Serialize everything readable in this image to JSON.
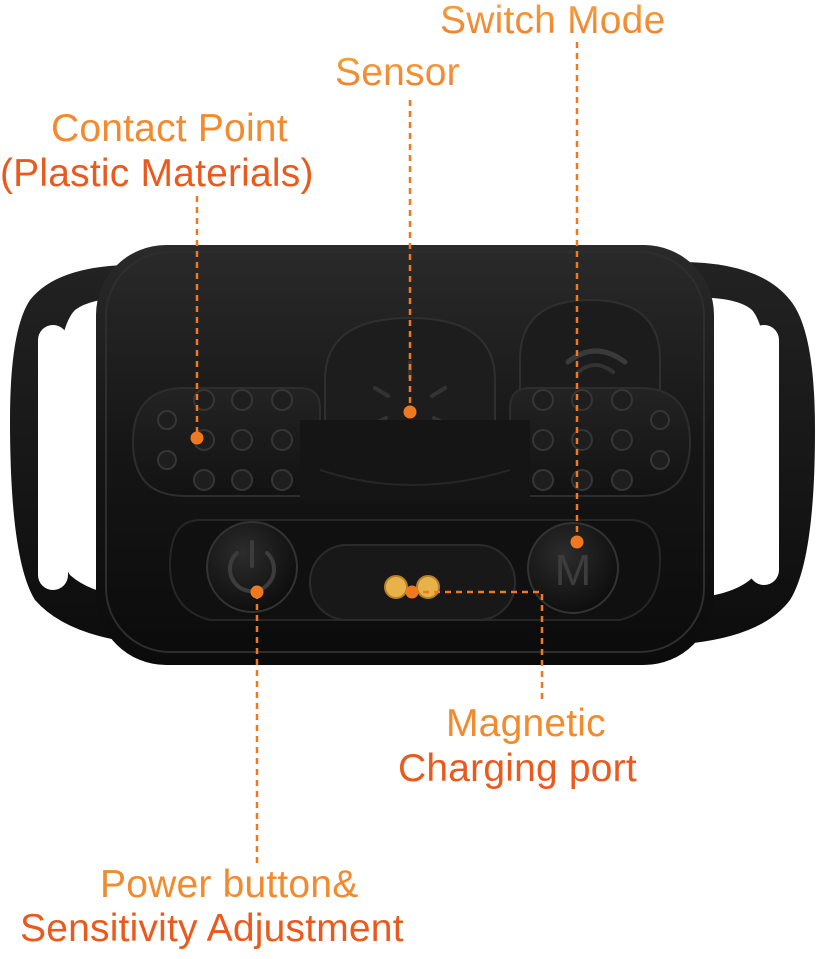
{
  "colors": {
    "accent_orange": "#f28a2e",
    "accent_red_orange": "#ea5a1d",
    "leader_line": "#f0781f",
    "device_body": "#151515"
  },
  "labels": {
    "switch_mode": "Switch Mode",
    "sensor": "Sensor",
    "contact_point_line1": "Contact Point",
    "contact_point_line2": "(Plastic Materials)",
    "magnetic_line1": "Magnetic",
    "magnetic_line2": "Charging port",
    "power_line1": "Power button&",
    "power_line2": "Sensitivity Adjustment"
  },
  "buttons": {
    "mode_letter": "M"
  },
  "icons": [
    "power-icon",
    "sensor-starburst-icon",
    "wifi-arc-icon"
  ]
}
